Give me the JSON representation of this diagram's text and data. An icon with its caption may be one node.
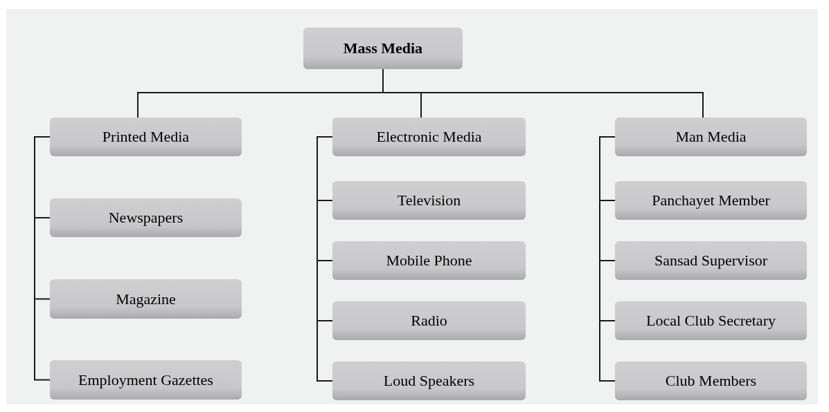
{
  "diagram": {
    "nodes": [
      {
        "text": [
          "Mass Media"
        ]
      },
      {
        "text": [
          "Printed Media"
        ]
      },
      {
        "text": [
          "Electronic Media"
        ]
      },
      {
        "text": [
          "Man Media"
        ]
      },
      {
        "text": [
          "Newspapers"
        ]
      },
      {
        "text": [
          "Magazine"
        ]
      },
      {
        "text": [
          "Employment Gazettes"
        ]
      },
      {
        "text": [
          "Television"
        ]
      },
      {
        "text": [
          "Mobile Phone"
        ]
      },
      {
        "text": [
          "Radio"
        ]
      },
      {
        "text": [
          "Loud Speakers"
        ]
      },
      {
        "text": [
          "Panchayet Member"
        ]
      },
      {
        "text": [
          "Sansad Supervisor"
        ]
      },
      {
        "text": [
          "Local Club Secretary"
        ]
      },
      {
        "text": [
          "Club Members"
        ]
      }
    ],
    "edges": [
      {
        "from": 0,
        "to": 1,
        "arrow": "none"
      },
      {
        "from": 0,
        "to": 2,
        "arrow": "none"
      },
      {
        "from": 0,
        "to": 3,
        "arrow": "none"
      },
      {
        "from": 1,
        "to": 4,
        "arrow": "none"
      },
      {
        "from": 1,
        "to": 5,
        "arrow": "none"
      },
      {
        "from": 1,
        "to": 6,
        "arrow": "none"
      },
      {
        "from": 2,
        "to": 7,
        "arrow": "none"
      },
      {
        "from": 2,
        "to": 8,
        "arrow": "none"
      },
      {
        "from": 2,
        "to": 9,
        "arrow": "none"
      },
      {
        "from": 2,
        "to": 10,
        "arrow": "none"
      },
      {
        "from": 3,
        "to": 11,
        "arrow": "none"
      },
      {
        "from": 3,
        "to": 12,
        "arrow": "none"
      },
      {
        "from": 3,
        "to": 13,
        "arrow": "none"
      },
      {
        "from": 3,
        "to": 14,
        "arrow": "none"
      }
    ]
  }
}
